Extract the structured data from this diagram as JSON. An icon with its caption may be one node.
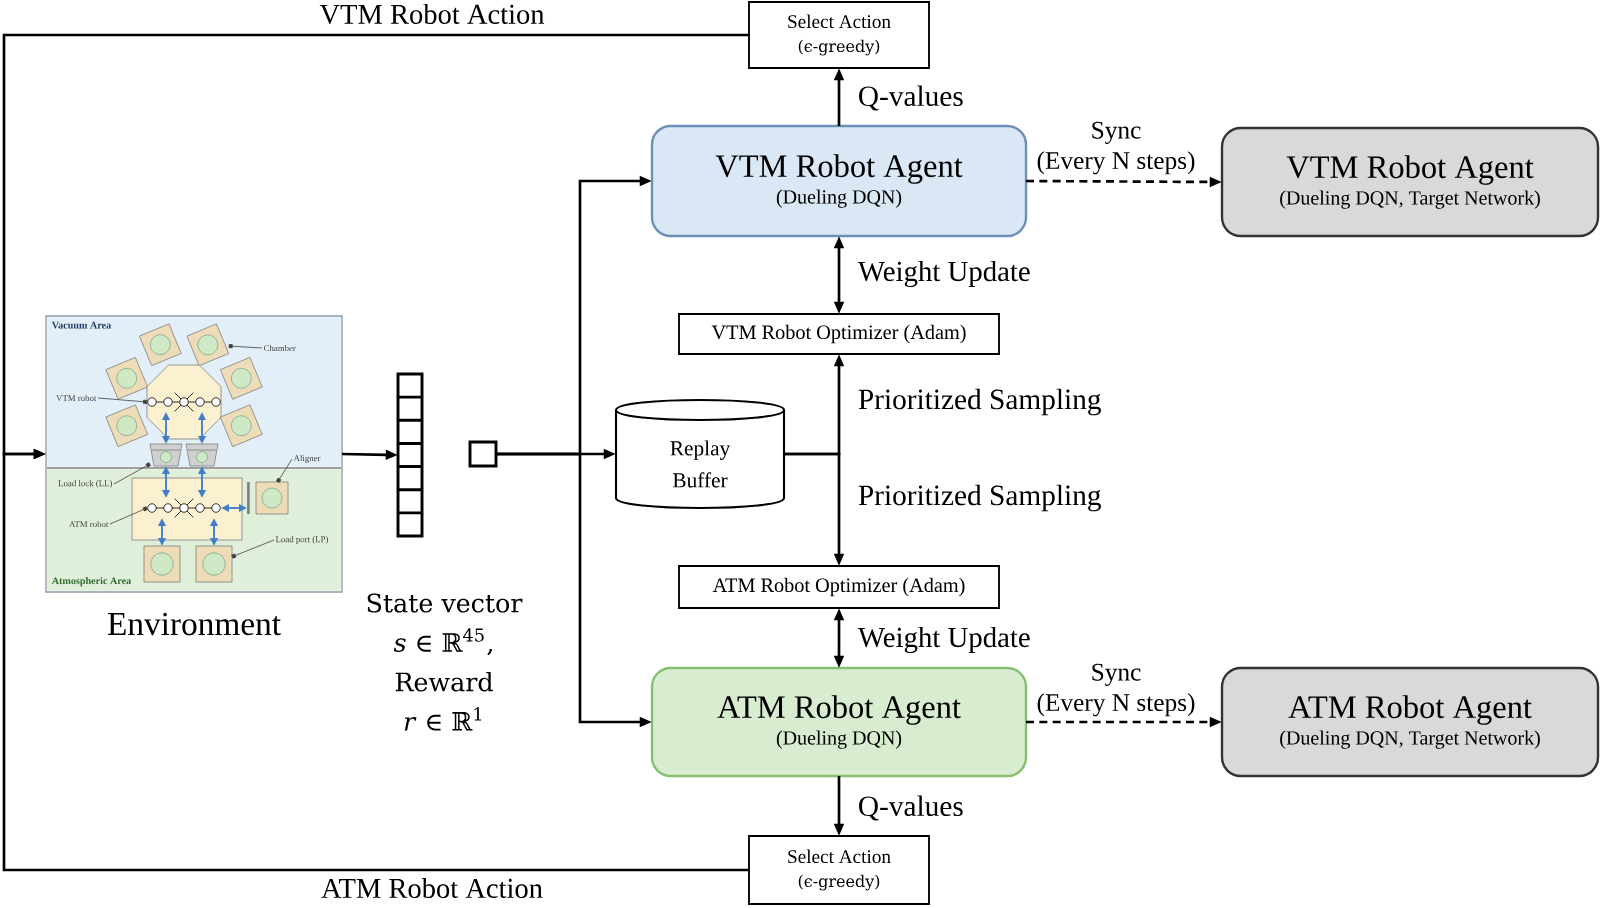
{
  "diagram": {
    "nodes": [
      {
        "text": [
          "Environment"
        ]
      },
      {
        "text": [
          "Vacuum Area"
        ],
        "in": 0
      },
      {
        "text": [
          "Chamber"
        ],
        "in": 1
      },
      {
        "text": [],
        "shape": "picture",
        "in": 1
      },
      {
        "text": [
          "VTM robot"
        ],
        "in": 1
      },
      {
        "text": [],
        "shape": "picture",
        "in": 1
      },
      {
        "text": [],
        "shape": "picture",
        "in": 1
      },
      {
        "text": [
          "Aligner"
        ],
        "in": 1
      },
      {
        "text": [
          "Atmospheric Area"
        ],
        "in": 0
      },
      {
        "text": [],
        "shape": "picture",
        "in": 8
      },
      {
        "text": [
          "Load lock (LL)"
        ],
        "in": 8
      },
      {
        "text": [
          "ATM robot"
        ],
        "in": 8
      },
      {
        "text": [],
        "shape": "picture",
        "in": 8
      },
      {
        "text": [
          "Load port (LP)"
        ],
        "in": 8
      },
      {
        "text": [],
        "shape": "picture",
        "in": 8
      },
      {
        "text": [],
        "shape": "bar"
      },
      {
        "text": [],
        "shape": "box"
      },
      {
        "text": [
          "Replay Buffer"
        ]
      },
      {
        "text": [
          "Select Action",
          "(ϵ-greedy)"
        ]
      },
      {
        "text": [
          "VTM Robot Agent",
          "(Dueling DQN)"
        ]
      },
      {
        "text": [
          "VTM Robot Agent",
          "(Dueling DQN, Target Network)"
        ]
      },
      {
        "text": [
          "VTM Robot Optimizer (Adam)"
        ]
      },
      {
        "text": [
          "ATM Robot Optimizer (Adam)"
        ]
      },
      {
        "text": [
          "ATM Robot Agent",
          "(Dueling DQN)"
        ]
      },
      {
        "text": [
          "ATM Robot Agent",
          "(Dueling DQN, Target Network)"
        ]
      },
      {
        "text": [
          "Select Action",
          "(ϵ-greedy)"
        ]
      },
      {
        "text": [],
        "shape": "picture",
        "in": 1
      },
      {
        "text": [],
        "shape": "picture",
        "in": 8
      }
    ],
    "edges": [
      {
        "from": 18,
        "to": 0,
        "arrow": "to",
        "label": "VTM Robot Action"
      },
      {
        "from": 25,
        "to": 0,
        "arrow": "to",
        "label": "ATM Robot Action"
      },
      {
        "from": 0,
        "to": 15,
        "arrow": "to"
      },
      {
        "from": 16,
        "to": 17,
        "arrow": "to"
      },
      {
        "from": 16,
        "to": 19,
        "arrow": "to"
      },
      {
        "from": 16,
        "to": 23,
        "arrow": "to"
      },
      {
        "from": 19,
        "to": 18,
        "arrow": "to",
        "label": "Q-values"
      },
      {
        "from": 19,
        "to": 20,
        "arrow": "to",
        "label": "Sync (Every N steps)",
        "style": "dashed"
      },
      {
        "from": 21,
        "to": 19,
        "arrow": "both",
        "label": "Weight Update"
      },
      {
        "from": 17,
        "to": 21,
        "arrow": "to",
        "label": "Prioritized Sampling"
      },
      {
        "from": 17,
        "to": 22,
        "arrow": "to",
        "label": "Prioritized Sampling"
      },
      {
        "from": 22,
        "to": 23,
        "arrow": "both",
        "label": "Weight Update"
      },
      {
        "from": 23,
        "to": 25,
        "arrow": "to",
        "label": "Q-values"
      },
      {
        "from": 23,
        "to": 24,
        "arrow": "to",
        "label": "Sync (Every N steps)",
        "style": "dashed"
      },
      {
        "from": 2,
        "to": 3,
        "arrow": "other"
      },
      {
        "from": 4,
        "to": 5,
        "arrow": "other"
      },
      {
        "from": 7,
        "to": 9,
        "arrow": "other"
      },
      {
        "from": 10,
        "to": 6,
        "arrow": "other"
      },
      {
        "from": 11,
        "to": 12,
        "arrow": "other"
      },
      {
        "from": 13,
        "to": 14,
        "arrow": "other"
      },
      {
        "from": 5,
        "to": 6,
        "arrow": "both",
        "color": "#3f7fc8"
      },
      {
        "from": 5,
        "to": 26,
        "arrow": "both",
        "color": "#3f7fc8"
      },
      {
        "from": 6,
        "to": 12,
        "arrow": "both",
        "color": "#3f7fc8"
      },
      {
        "from": 26,
        "to": 12,
        "arrow": "both",
        "color": "#3f7fc8"
      },
      {
        "from": 12,
        "to": 27,
        "arrow": "both",
        "color": "#3f7fc8"
      },
      {
        "from": 12,
        "to": 14,
        "arrow": "both",
        "color": "#3f7fc8"
      },
      {
        "from": 12,
        "to": 9,
        "arrow": "both",
        "color": "#3f7fc8"
      }
    ],
    "labels": [
      "State vector *s* ∈ ℝ$^{45}$, Reward *r* ∈ ℝ$^{1}$"
    ]
  }
}
